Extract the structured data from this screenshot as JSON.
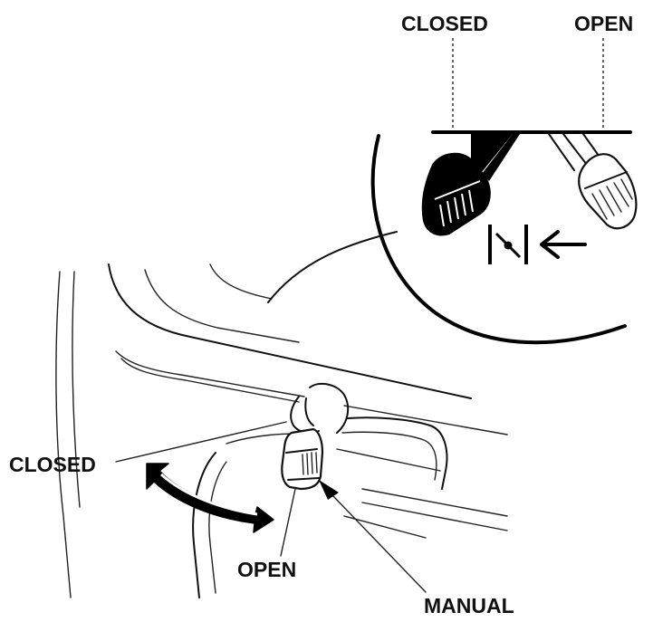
{
  "labels": {
    "inset_closed": "CLOSED",
    "inset_open": "OPEN",
    "main_closed": "CLOSED",
    "main_open": "OPEN",
    "manual": "MANUAL"
  },
  "colors": {
    "ink": "#111111",
    "background": "#ffffff"
  }
}
